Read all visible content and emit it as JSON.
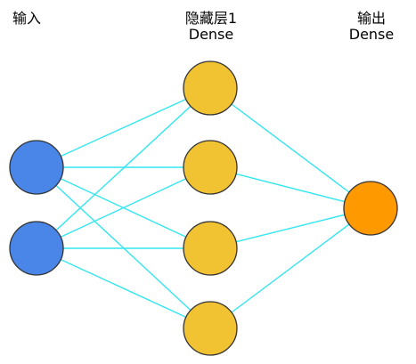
{
  "layers": {
    "input": {
      "title": "输入",
      "node_count": 2,
      "color": "#4a86e8"
    },
    "hidden1": {
      "title": "隐藏层1",
      "type": "Dense",
      "node_count": 4,
      "color": "#f1c232"
    },
    "output": {
      "title": "输出",
      "type": "Dense",
      "node_count": 1,
      "color": "#ff9900"
    }
  },
  "connections": {
    "color": "#33e6f0",
    "pattern": "fully-connected"
  },
  "node_stroke": "#333333"
}
